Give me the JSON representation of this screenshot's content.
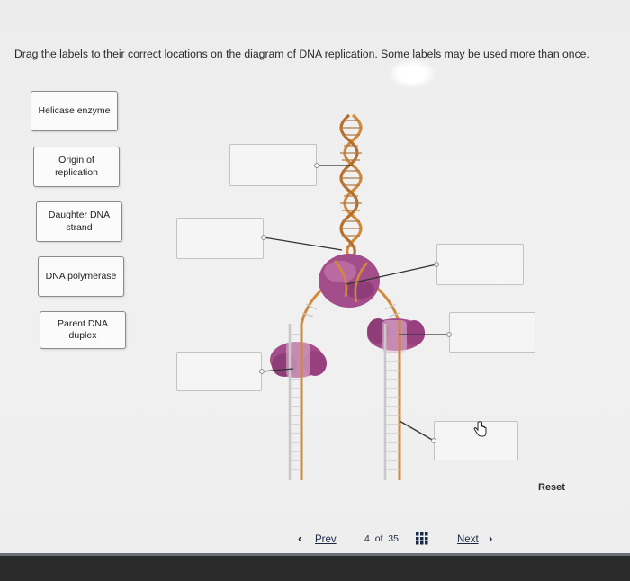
{
  "instructions": "Drag the labels to their correct locations on the diagram of DNA replication. Some labels may be used more than once.",
  "labels": [
    {
      "text": "Helicase enzyme"
    },
    {
      "text": "Origin of replication"
    },
    {
      "text": "Daughter DNA strand"
    },
    {
      "text": "DNA polymerase"
    },
    {
      "text": "Parent DNA duplex"
    }
  ],
  "diagram": {
    "drop_target_count": 6,
    "colors": {
      "parent_strand": "#d08a3a",
      "daughter_strand": "#c9c9c9",
      "enzyme": "#a34d8a",
      "leader_line": "#333333"
    }
  },
  "controls": {
    "reset": "Reset",
    "prev": "Prev",
    "next": "Next",
    "page": "4",
    "of": "of",
    "total": "35"
  },
  "icons": {
    "prev": "chevron-left-icon",
    "next": "chevron-right-icon",
    "grid": "grid-icon",
    "cursor": "hand-pointer-icon"
  }
}
